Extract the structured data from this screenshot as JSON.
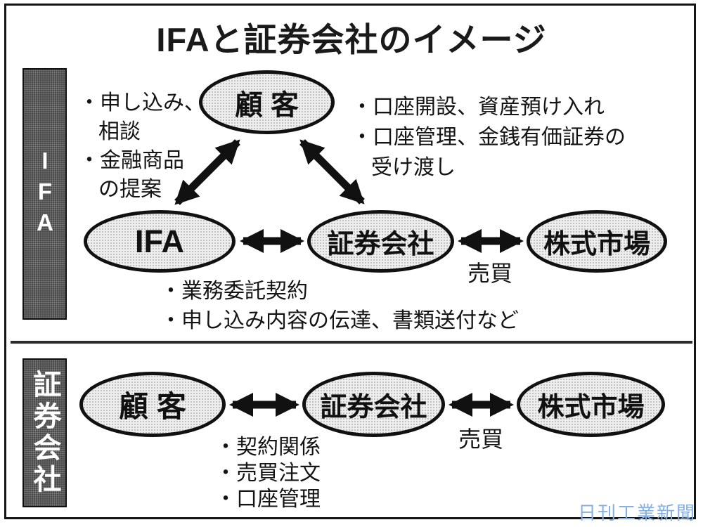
{
  "page": {
    "title": "IFAと証券会社のイメージ",
    "watermark": "日刊工業新聞",
    "watermark_color": "#86b0e4",
    "line_color": "#111111",
    "ellipse_fill": "#eeeeee",
    "sidebar_fill": "#4a4a4a"
  },
  "ifa_section": {
    "side_label": "IFA",
    "nodes": {
      "customer": "顧 客",
      "ifa": "IFA",
      "securities": "証券会社",
      "stock_market": "株式市場"
    },
    "customer_ifa_notes": [
      "・申し込み、",
      "相談",
      "・金融商品",
      "の提案"
    ],
    "customer_securities_notes": [
      "・口座開設、資産預け入れ",
      "・口座管理、金銭有価証券の",
      "受け渡し"
    ],
    "ifa_securities_notes": [
      "・業務委託契約",
      "・申し込み内容の伝達、書類送付など"
    ],
    "trade_label": "売買"
  },
  "securities_section": {
    "side_label": "証券会社",
    "nodes": {
      "customer": "顧 客",
      "securities": "証券会社",
      "stock_market": "株式市場"
    },
    "customer_securities_notes": [
      "・契約関係",
      "・売買注文",
      "・口座管理"
    ],
    "trade_label": "売買"
  }
}
